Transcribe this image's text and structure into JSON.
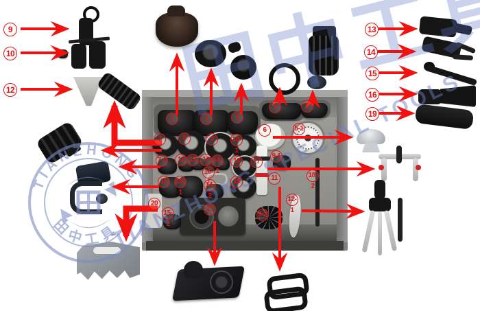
{
  "colors": {
    "annotation_red": "#e01111",
    "watermark_blue": "#6a80c4",
    "box_gray": "#8c8a85"
  },
  "stamp": {
    "arc_top": "TIANZHONG",
    "arc_bottom": "田中工具"
  },
  "watermark": {
    "diagonal": "TIANZHONG SPECIAL TOOLS",
    "big": "田中工具"
  },
  "callouts_left": [
    {
      "n": "9"
    },
    {
      "n": "10"
    },
    {
      "n": "12"
    }
  ],
  "callouts_right": [
    {
      "n": "13"
    },
    {
      "n": "14"
    },
    {
      "n": "15"
    },
    {
      "n": "16"
    },
    {
      "n": "19"
    }
  ],
  "box_labels": [
    {
      "n": "1"
    },
    {
      "n": "2"
    },
    {
      "n": "3"
    },
    {
      "n": "4"
    },
    {
      "n": "5"
    },
    {
      "n": "6"
    },
    {
      "n": "5-1"
    },
    {
      "n": "7"
    },
    {
      "n": "8"
    },
    {
      "n": "9"
    },
    {
      "n": "10-1"
    },
    {
      "n": "7-1"
    },
    {
      "n": "12"
    },
    {
      "n": "13"
    },
    {
      "n": "14"
    },
    {
      "n": "14-1"
    },
    {
      "n": "16"
    },
    {
      "n": "17"
    },
    {
      "n": "9-1"
    },
    {
      "n": "18"
    },
    {
      "n": "18-1"
    },
    {
      "n": "16-1"
    },
    {
      "n": "14-2"
    },
    {
      "n": "19"
    },
    {
      "n": "20"
    },
    {
      "n": "15-2"
    },
    {
      "n": "21"
    },
    {
      "n": "9-2"
    },
    {
      "n": "12-1"
    },
    {
      "n": "11"
    },
    {
      "n": "18-2"
    }
  ]
}
